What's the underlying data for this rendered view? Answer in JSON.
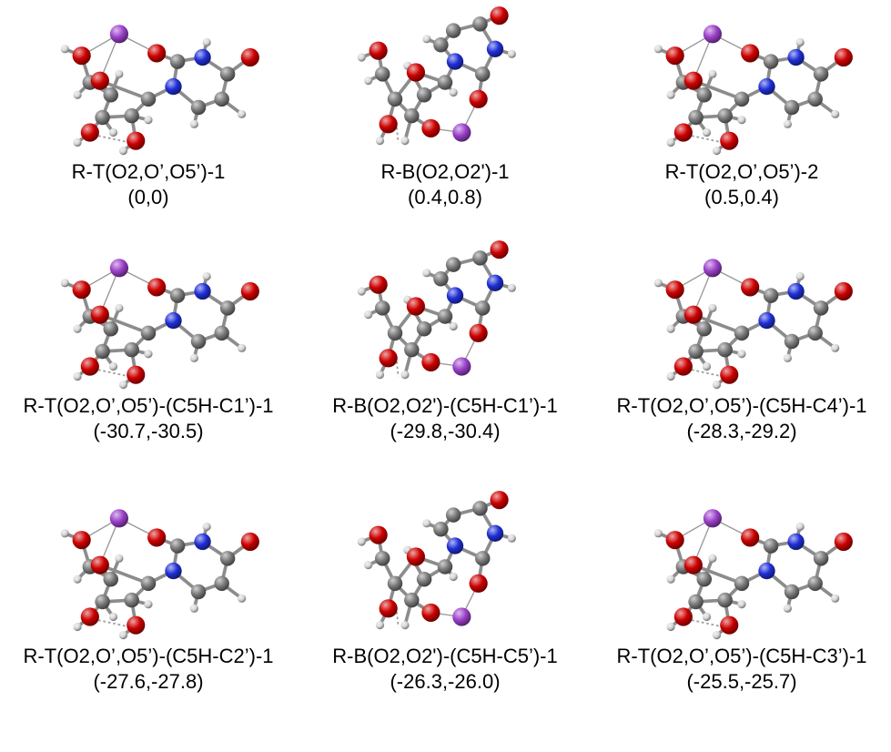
{
  "structures": [
    {
      "name": "R-T(O2,O’,O5’)-1",
      "energy": "(0,0)",
      "family": "T"
    },
    {
      "name": "R-B(O2,O2')-1",
      "energy": "(0.4,0.8)",
      "family": "B"
    },
    {
      "name": "R-T(O2,O’,O5’)-2",
      "energy": "(0.5,0.4)",
      "family": "T"
    },
    {
      "name": "R-T(O2,O’,O5’)-(C5H-C1’)-1",
      "energy": "(-30.7,-30.5)",
      "family": "T"
    },
    {
      "name": "R-B(O2,O2')-(C5H-C1’)-1",
      "energy": "(-29.8,-30.4)",
      "family": "B"
    },
    {
      "name": "R-T(O2,O’,O5’)-(C5H-C4’)-1",
      "energy": "(-28.3,-29.2)",
      "family": "T"
    },
    {
      "name": "R-T(O2,O’,O5’)-(C5H-C2’)-1",
      "energy": "(-27.6,-27.8)",
      "family": "T"
    },
    {
      "name": "R-B(O2,O2')-(C5H-C5’)-1",
      "energy": "(-26.3,-26.0)",
      "family": "B"
    },
    {
      "name": "R-T(O2,O’,O5’)-(C5H-C3’)-1",
      "energy": "(-25.5,-25.7)",
      "family": "T"
    }
  ],
  "atom_colors": {
    "O": "#cc0000",
    "N": "#1f2fd6",
    "C": "#7a7a7a",
    "H": "#d8d8d8",
    "metal": "#9b40c9"
  }
}
